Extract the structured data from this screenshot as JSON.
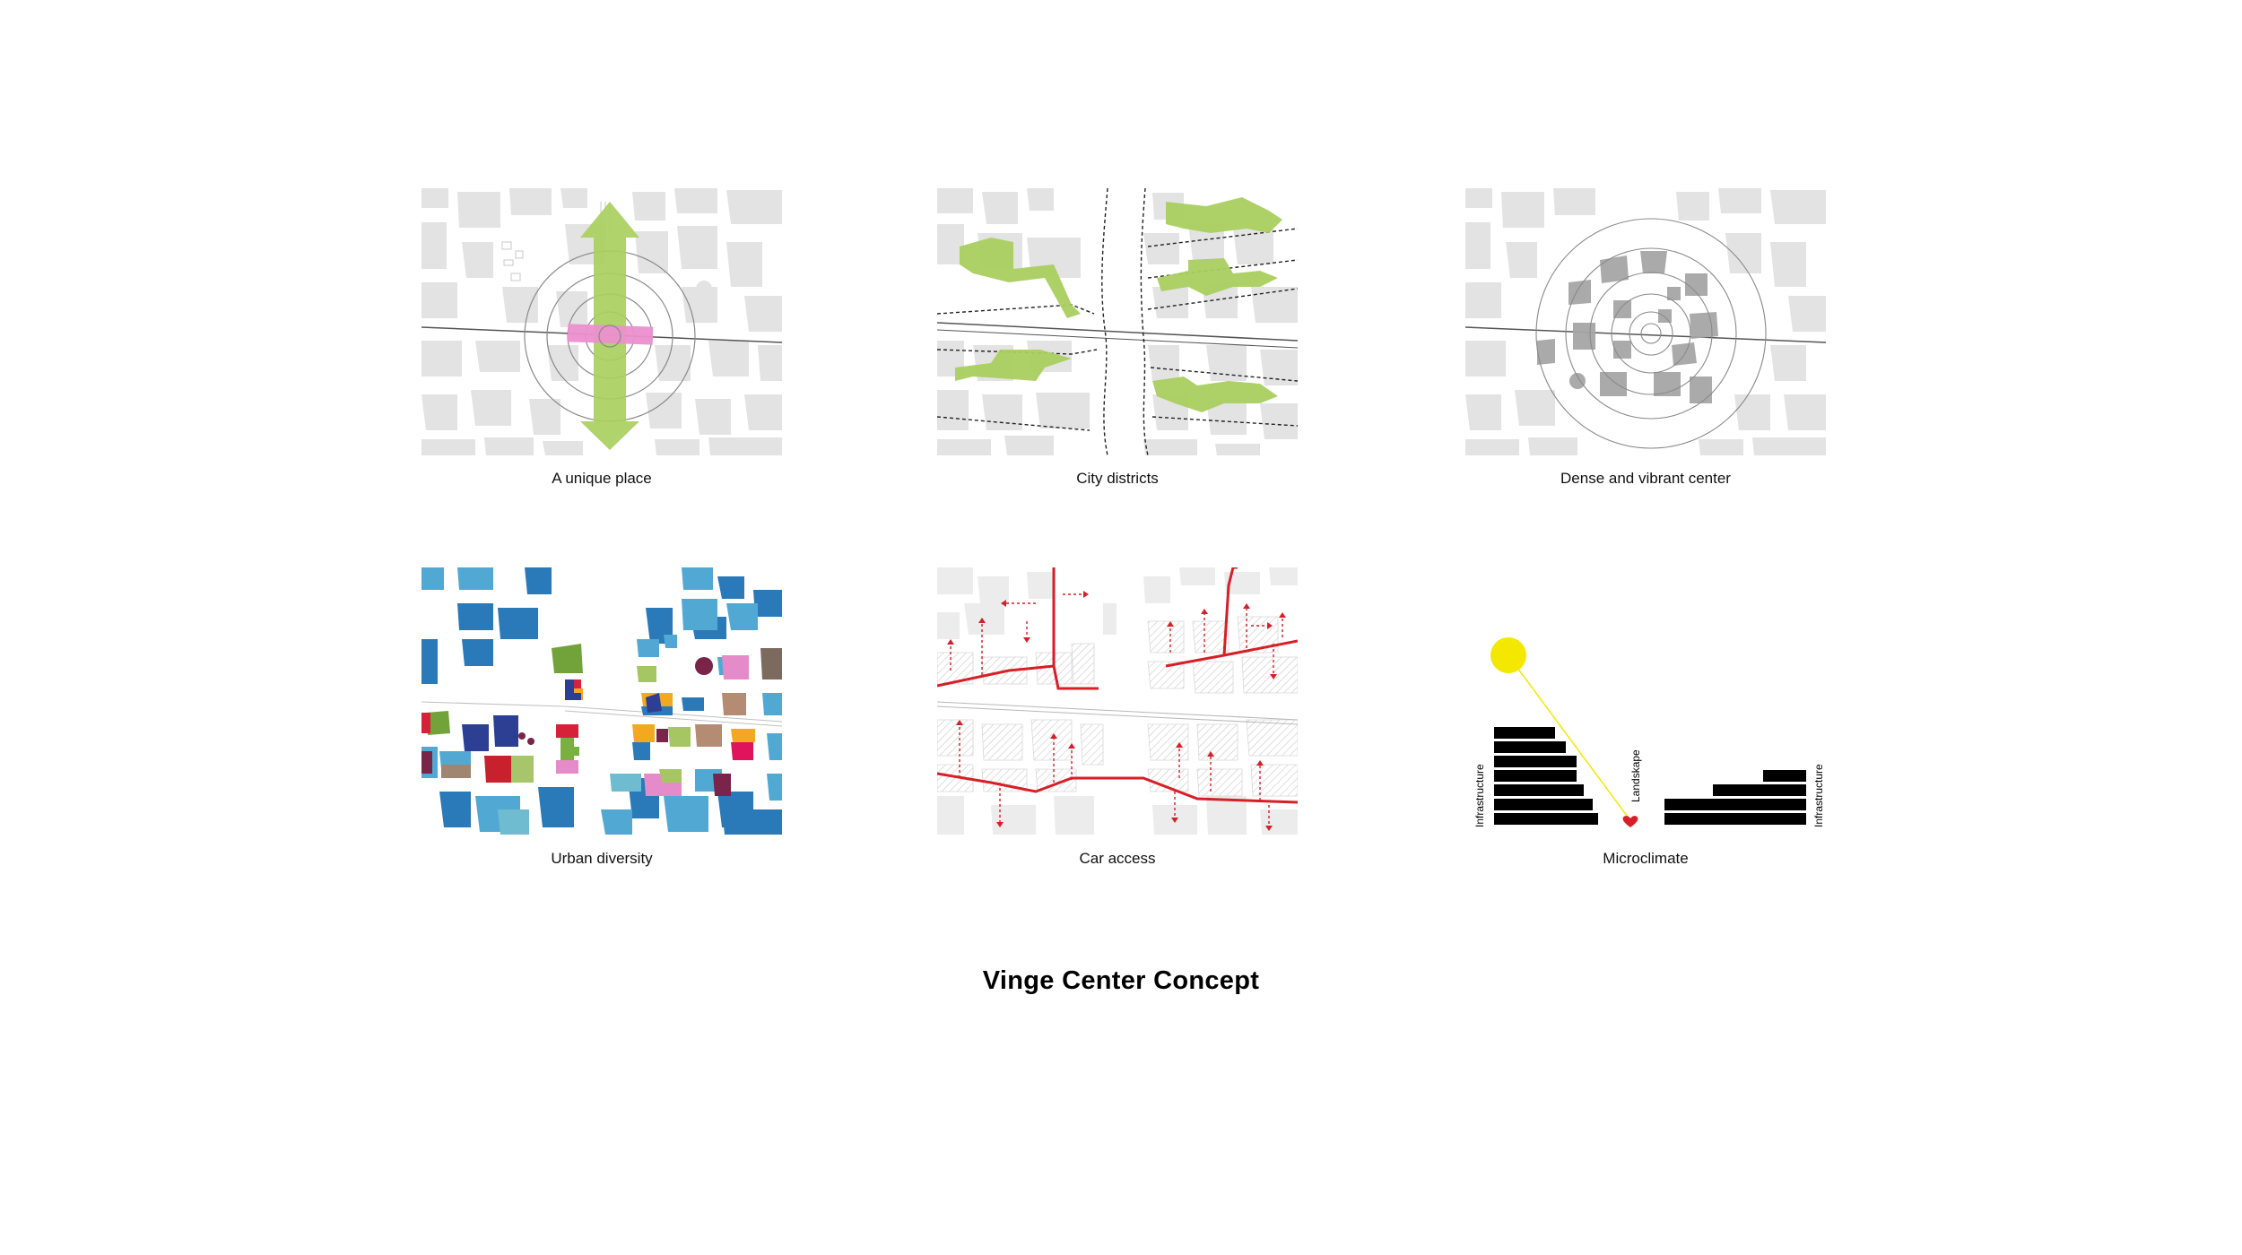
{
  "title": "Vinge Center Concept",
  "panels": [
    {
      "id": "unique-place",
      "caption": "A unique place"
    },
    {
      "id": "city-districts",
      "caption": "City districts"
    },
    {
      "id": "dense-center",
      "caption": "Dense and vibrant center"
    },
    {
      "id": "urban-diversity",
      "caption": "Urban diversity"
    },
    {
      "id": "car-access",
      "caption": "Car access"
    },
    {
      "id": "microclimate",
      "caption": "Microclimate",
      "labels": {
        "infrastructure_left": "Infrastructure",
        "landscape": "Landskape",
        "infrastructure_right": "Infrastructure"
      }
    }
  ],
  "colors": {
    "block": "#e3e3e3",
    "green": "#a9cf5f",
    "pink": "#ec8fcf",
    "red": "#d61f26",
    "sun": "#f4e800",
    "dark_block": "#9a9a9a"
  }
}
